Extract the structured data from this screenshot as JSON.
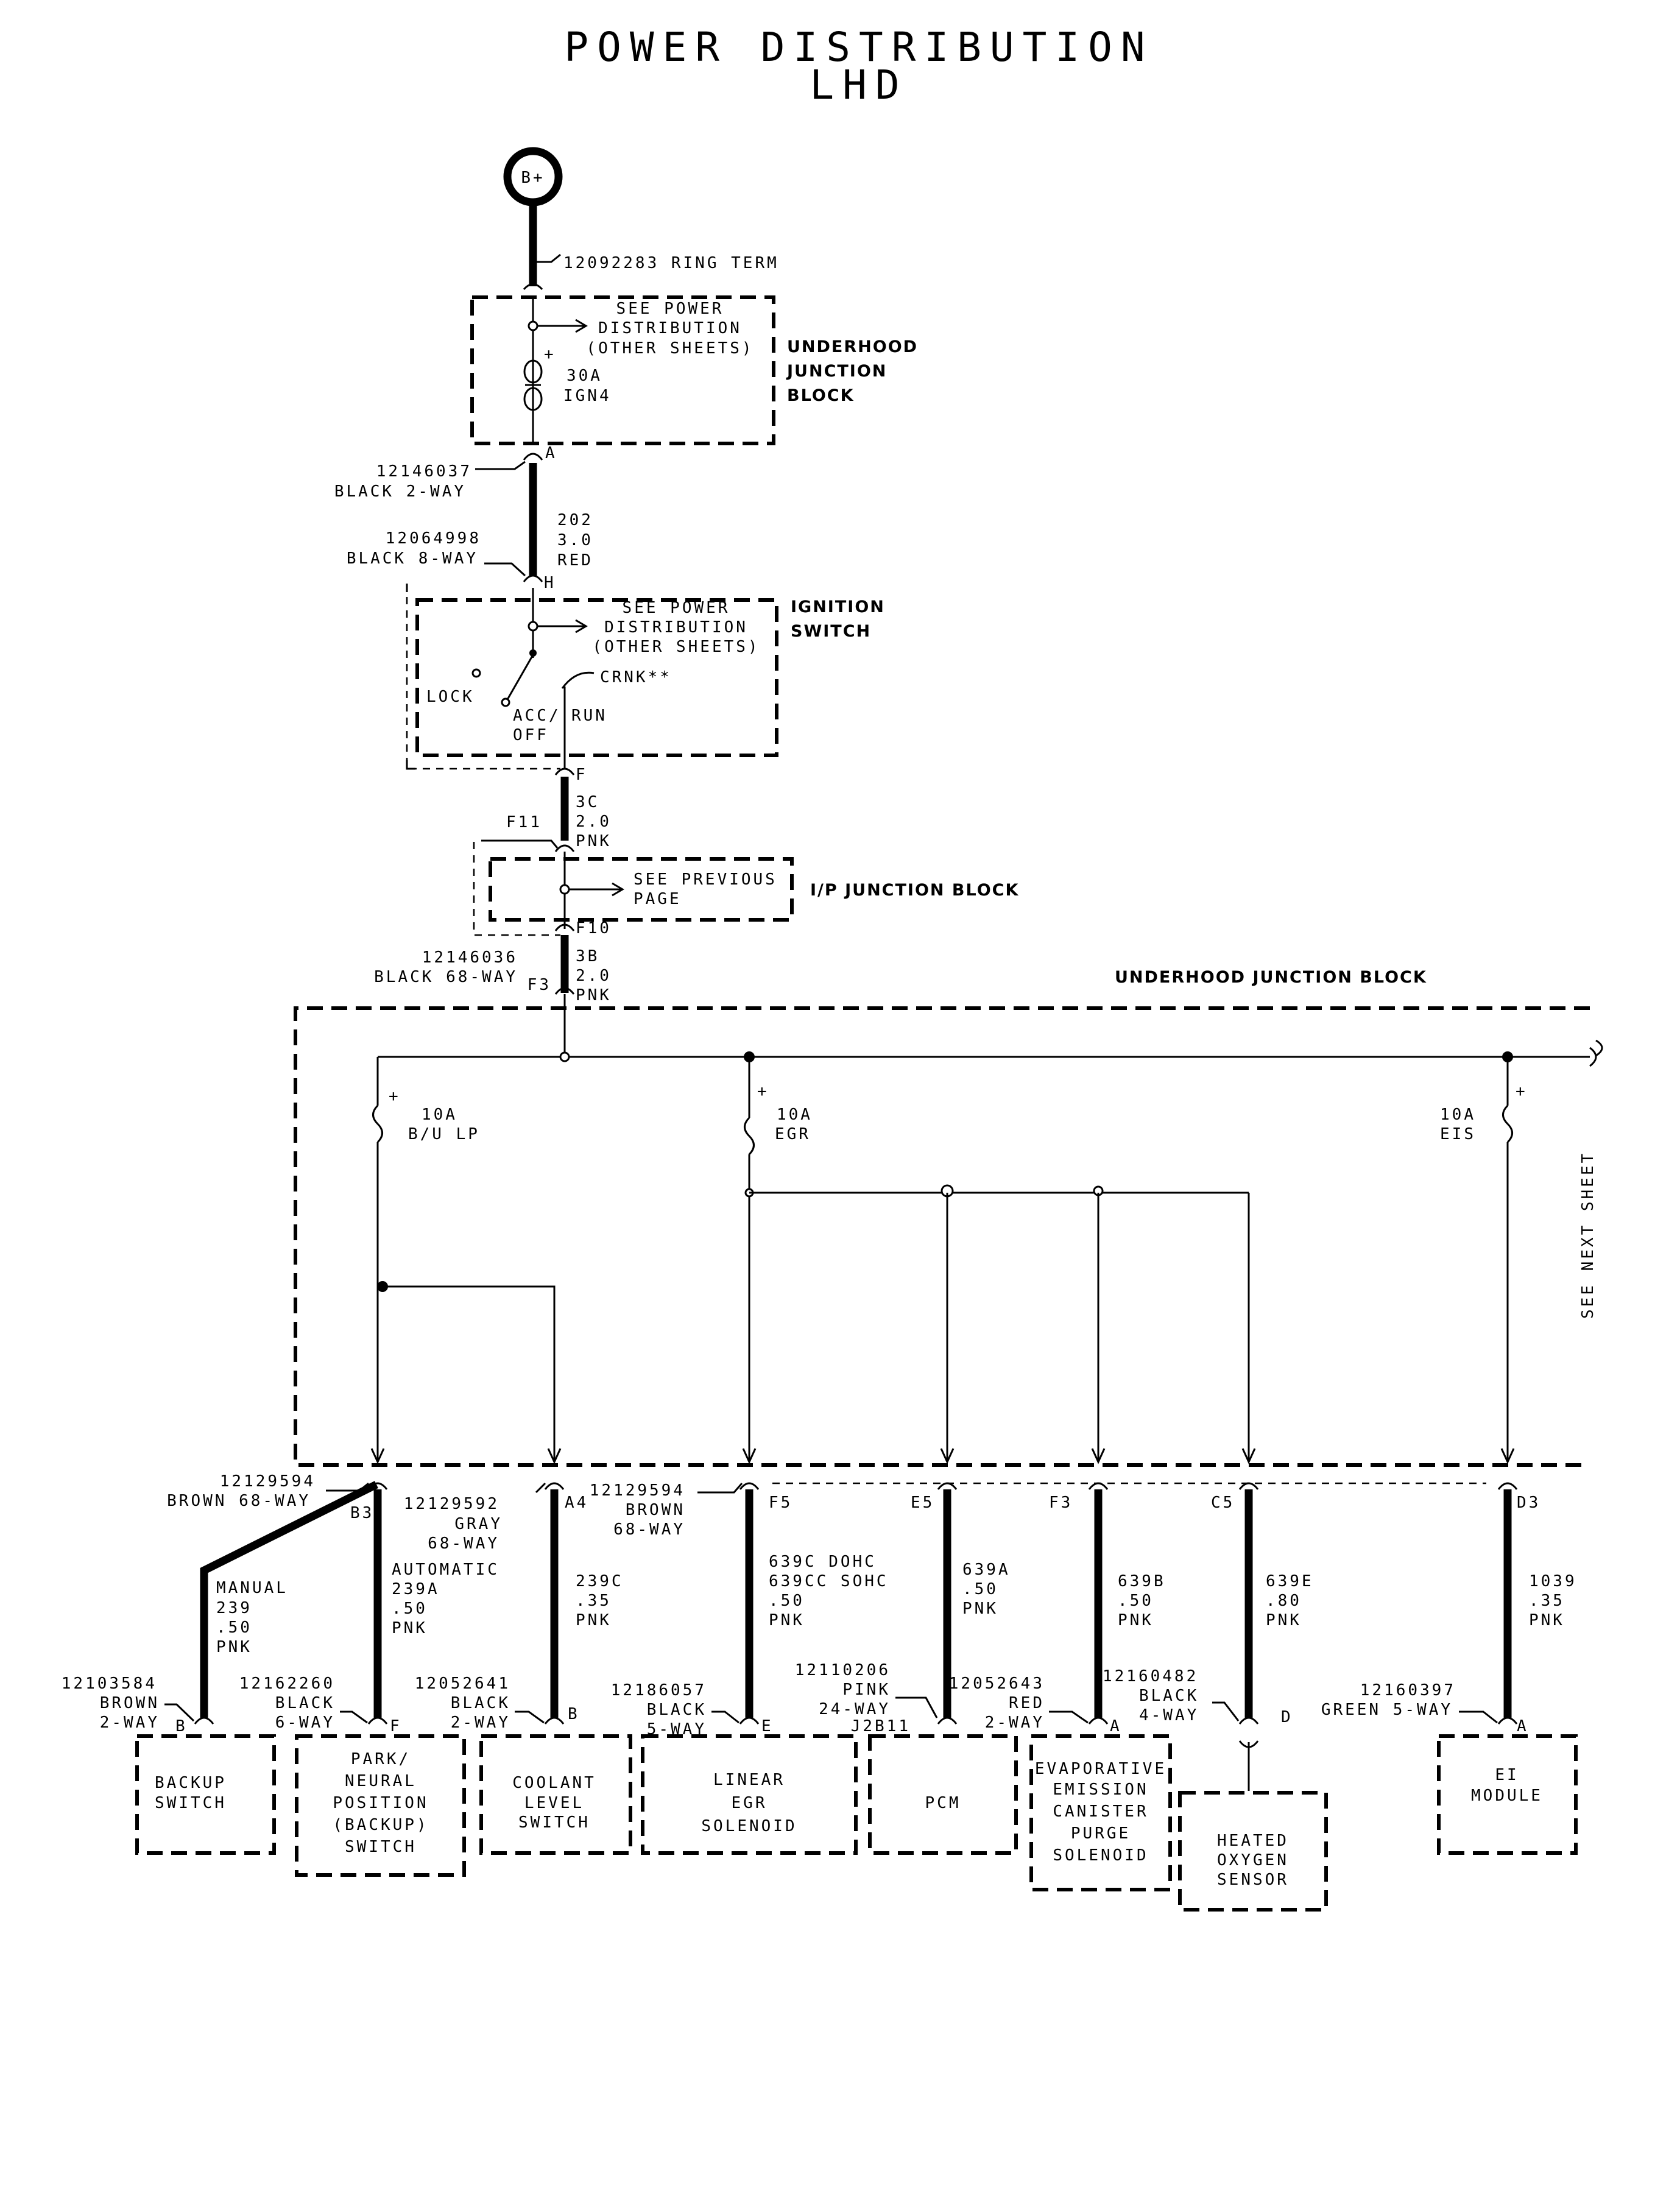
{
  "title": {
    "line1": "POWER DISTRIBUTION",
    "line2": "LHD"
  },
  "battery": {
    "label": "B+",
    "terminal": "12092283  RING TERM"
  },
  "underhood_top": {
    "see_line1": "SEE POWER",
    "see_line2": "DISTRIBUTION",
    "see_line3": "(OTHER SHEETS)",
    "fuse_rating": "30A",
    "fuse_name": "IGN4",
    "plus": "+",
    "name_line1": "UNDERHOOD",
    "name_line2": "JUNCTION",
    "name_line3": "BLOCK",
    "pin": "A"
  },
  "wire_202": {
    "conn_part": "12146037",
    "conn_desc": "BLACK 2-WAY",
    "circuit": "202",
    "gauge": "3.0",
    "color": "RED",
    "conn2_part": "12064998",
    "conn2_desc": "BLACK 8-WAY",
    "pin": "H"
  },
  "ignition": {
    "see_line1": "SEE POWER",
    "see_line2": "DISTRIBUTION",
    "see_line3": "(OTHER SHEETS)",
    "lock": "LOCK",
    "acc_line1": "ACC/",
    "acc_line2": "OFF",
    "run": "RUN",
    "crnk": "CRNK**",
    "name_line1": "IGNITION",
    "name_line2": "SWITCH",
    "pin": "F"
  },
  "wire_3c": {
    "circuit": "3C",
    "gauge": "2.0",
    "color": "PNK",
    "pin": "F11"
  },
  "ip_block": {
    "see_line1": "SEE PREVIOUS",
    "see_line2": "PAGE",
    "name": "I/P JUNCTION BLOCK",
    "pin": "F10"
  },
  "wire_3b": {
    "conn_part": "12146036",
    "conn_desc": "BLACK 68-WAY",
    "pin": "F3",
    "circuit": "3B",
    "gauge": "2.0",
    "color": "PNK"
  },
  "underhood_main": {
    "name": "UNDERHOOD JUNCTION BLOCK",
    "see_next": "SEE NEXT SHEET",
    "fuses": [
      {
        "rating": "10A",
        "name": "B/U LP",
        "plus": "+"
      },
      {
        "rating": "10A",
        "name": "EGR",
        "plus": "+"
      },
      {
        "rating": "10A",
        "name": "EIS",
        "plus": "+"
      }
    ]
  },
  "outputs": {
    "conn_b3_part": "12129594",
    "conn_b3_desc": "BROWN 68-WAY",
    "pin_b3": "B3",
    "conn_a4_part": "12129592",
    "conn_a4_desc1": "GRAY",
    "conn_a4_desc2": "68-WAY",
    "pin_a4": "A4",
    "conn_f5_part": "12129594",
    "conn_f5_desc1": "BROWN",
    "conn_f5_desc2": "68-WAY",
    "pin_f5": "F5",
    "pin_e5": "E5",
    "pin_f3": "F3",
    "pin_c5": "C5",
    "pin_d3": "D3"
  },
  "wires": {
    "manual": {
      "line1": "MANUAL",
      "circuit": "239",
      "gauge": ".50",
      "color": "PNK"
    },
    "automatic": {
      "line1": "AUTOMATIC",
      "circuit": "239A",
      "gauge": ".50",
      "color": "PNK"
    },
    "w239c": {
      "circuit": "239C",
      "gauge": ".35",
      "color": "PNK"
    },
    "w639c": {
      "circuit1": "639C DOHC",
      "circuit2": "639CC SOHC",
      "gauge": ".50",
      "color": "PNK"
    },
    "w639a": {
      "circuit": "639A",
      "gauge": ".50",
      "color": "PNK"
    },
    "w639b": {
      "circuit": "639B",
      "gauge": ".50",
      "color": "PNK"
    },
    "w639e": {
      "circuit": "639E",
      "gauge": ".80",
      "color": "PNK"
    },
    "w1039": {
      "circuit": "1039",
      "gauge": ".35",
      "color": "PNK"
    }
  },
  "components": {
    "backup": {
      "part": "12103584",
      "desc1": "BROWN",
      "desc2": "2-WAY",
      "pin": "B",
      "name1": "BACKUP",
      "name2": "SWITCH"
    },
    "park": {
      "part": "12162260",
      "desc1": "BLACK",
      "desc2": "6-WAY",
      "pin": "F",
      "name1": "PARK/",
      "name2": "NEURAL",
      "name3": "POSITION",
      "name4": "(BACKUP)",
      "name5": "SWITCH"
    },
    "coolant": {
      "part": "12052641",
      "desc1": "BLACK",
      "desc2": "2-WAY",
      "pin": "B",
      "name1": "COOLANT",
      "name2": "LEVEL",
      "name3": "SWITCH"
    },
    "egr": {
      "part": "12186057",
      "desc1": "BLACK",
      "desc2": "5-WAY",
      "pin": "E",
      "name1": "LINEAR",
      "name2": "EGR",
      "name3": "SOLENOID"
    },
    "pcm": {
      "part": "12110206",
      "desc1": "PINK",
      "desc2": "24-WAY",
      "pin": "J2B11",
      "name1": "PCM"
    },
    "evap": {
      "part": "12052643",
      "desc1": "RED",
      "desc2": "2-WAY",
      "pin": "A",
      "name1": "EVAPORATIVE",
      "name2": "EMISSION",
      "name3": "CANISTER",
      "name4": "PURGE",
      "name5": "SOLENOID"
    },
    "o2": {
      "part": "12160482",
      "desc1": "BLACK",
      "desc2": "4-WAY",
      "pin": "D",
      "name1": "HEATED",
      "name2": "OXYGEN",
      "name3": "SENSOR"
    },
    "ei": {
      "part": "12160397",
      "desc1": "GREEN 5-WAY",
      "pin": "A",
      "name1": "EI",
      "name2": "MODULE"
    }
  }
}
